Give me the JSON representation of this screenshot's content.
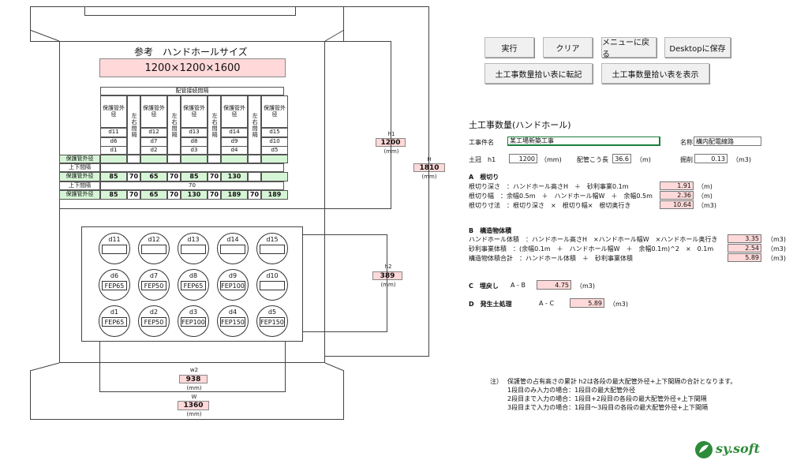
{
  "buttons": {
    "run": "実行",
    "clear": "クリア",
    "menu": "メニューに戻る",
    "save": "Desktopに保存",
    "transfer": "土工事数量拾い表に転記",
    "show": "土工事数量拾い表を表示"
  },
  "drawing": {
    "title": "参考　ハンドホールサイズ",
    "size": "1200×1200×1600",
    "table_title": "配管接続間隔",
    "col_outer": "保護管外径",
    "col_gap": "左右間隔",
    "row_d1": [
      "d11",
      "d12",
      "d13",
      "d14",
      "d15"
    ],
    "row_d2": [
      "d6",
      "d7",
      "d8",
      "d9",
      "d10"
    ],
    "row_d3": [
      "d1",
      "d2",
      "d3",
      "d4",
      "d5"
    ],
    "rows": {
      "outer1": "保護管外径",
      "vgap1": "上下間隔",
      "outer2": "保護管外径",
      "vgap2": "上下間隔",
      "outer3": "保護管外径"
    },
    "r2_vals": [
      "85",
      "70",
      "65",
      "70",
      "85",
      "70",
      "130"
    ],
    "r3_val": "70",
    "r4_vals": [
      "85",
      "70",
      "65",
      "70",
      "130",
      "70",
      "189",
      "70",
      "189"
    ],
    "h1_label": "h1",
    "h1_value": "1200",
    "h1_unit": "(mm)",
    "H_label": "H",
    "H_value": "1810",
    "H_unit": "(mm)",
    "h2_label": "h2",
    "h2_value": "389",
    "h2_unit": "(mm)",
    "w2_label": "w2",
    "w2_value": "938",
    "w2_unit": "(mm)",
    "W_label": "W",
    "W_value": "1360",
    "W_unit": "(mm)",
    "circles_top": [
      {
        "label": "d11",
        "pipe": ""
      },
      {
        "label": "d12",
        "pipe": ""
      },
      {
        "label": "d13",
        "pipe": ""
      },
      {
        "label": "d14",
        "pipe": ""
      },
      {
        "label": "d15",
        "pipe": ""
      }
    ],
    "circles_mid": [
      {
        "label": "d6",
        "pipe": "FEP65"
      },
      {
        "label": "d7",
        "pipe": "FEP50"
      },
      {
        "label": "d8",
        "pipe": "FEP65"
      },
      {
        "label": "d9",
        "pipe": "FEP100"
      },
      {
        "label": "d10",
        "pipe": ""
      }
    ],
    "circles_bot": [
      {
        "label": "d1",
        "pipe": "FEP65"
      },
      {
        "label": "d2",
        "pipe": "FEP50"
      },
      {
        "label": "d3",
        "pipe": "FEP100"
      },
      {
        "label": "d4",
        "pipe": "FEP150"
      },
      {
        "label": "d5",
        "pipe": "FEP150"
      }
    ]
  },
  "form": {
    "heading": "土工事数量(ハンドホール)",
    "project_label": "工事件名",
    "project_value": "某工場新築工事",
    "name_label": "名称",
    "name_value": "構内配電線路",
    "cover_label": "土冠　h1",
    "cover_value": "1200",
    "cover_unit": "（mm)",
    "pipe_len_label": "配管こう長",
    "pipe_len_value": "36.6",
    "pipe_len_unit": "（m)",
    "excav_label": "掘削",
    "excav_value": "0.13",
    "excav_unit": "（m3)",
    "A_title": "A　根切り",
    "A1_label": "根切り深さ　：ハンドホール高さH　＋　砂利事業0.1m",
    "A1_value": "1.91",
    "A1_unit": "（m)",
    "A2_label": "根切り幅　：余幅0.5m　＋　ハンドホール幅W　＋　余幅0.5m",
    "A2_value": "2.36",
    "A2_unit": "（m)",
    "A3_label": "根切り寸法　：根切り深さ　×　根切り幅×　根切奥行き",
    "A3_value": "10.64",
    "A3_unit": "（m3)",
    "B_title": "B　構造物体積",
    "B1_label": "ハンドホール体積　：ハンドホール高さH　×ハンドホール幅W　×ハンドホール奥行き",
    "B1_value": "3.35",
    "B1_unit": "（m3)",
    "B2_label": "砂利事業体積　：(余幅0.1m　＋　ハンドホール幅W　＋　余幅0.1m)^2　×　0.1m",
    "B2_value": "2.54",
    "B2_unit": "（m3)",
    "B3_label": "構造物体積合計　：ハンドホール体積　＋　砂利事業体積",
    "B3_value": "5.89",
    "B3_unit": "（m3)",
    "C_title": "C　埋戻し",
    "C_formula": "A - B",
    "C_value": "4.75",
    "C_unit": "（m3)",
    "D_title": "D　発生土処理",
    "D_formula": "A - C",
    "D_value": "5.89",
    "D_unit": "（m3)"
  },
  "notes": {
    "prefix": "注）",
    "line1": "保護管の占有高さの累計 h2は各段の最大配管外径+上下間隔の合計となります。",
    "line2": "1段目のみ入力の場合：1段目の最大配管外径",
    "line3": "2段目まで入力の場合：1段目+2段目の各段の最大配管外径+上下間隔",
    "line4": "3段目まで入力の場合：1段目～3段目の各段の最大配管外径+上下間隔"
  },
  "logo": {
    "text": "sy.soft",
    "color": "#2e8b3a"
  }
}
